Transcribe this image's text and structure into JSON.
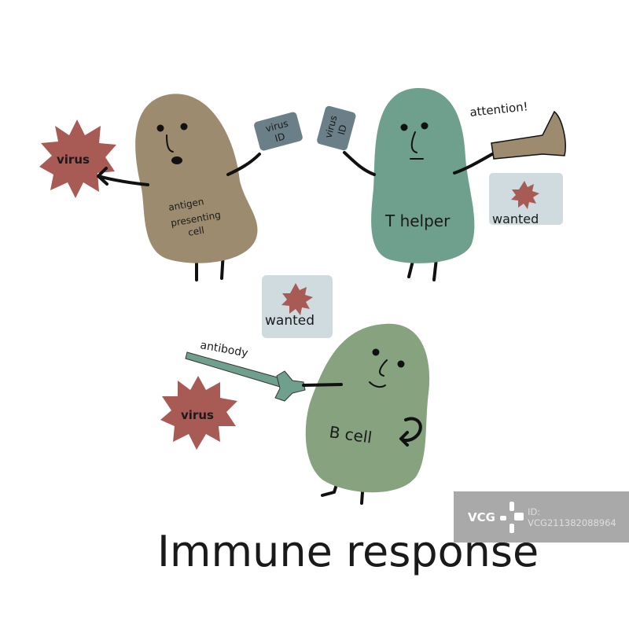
{
  "title": "Immune response",
  "colors": {
    "antigen_presenting_cell": "#9c8b6e",
    "t_helper": "#6fa08e",
    "b_cell": "#86a27f",
    "virus": "#a85a55",
    "id_card": "#6b7f88",
    "wanted_card": "#cfdbdf"
  },
  "antigen_presenting_cell": {
    "label_lines": [
      "antigen",
      "presenting",
      "cell"
    ],
    "virus_label": "virus",
    "card_lines": [
      "virus",
      "ID"
    ]
  },
  "t_helper": {
    "label": "T helper",
    "card_lines": [
      "virus",
      "ID"
    ],
    "shout": "attention!",
    "wanted_label": "wanted"
  },
  "b_cell": {
    "label": "B cell",
    "antibody_label": "antibody",
    "virus_label": "virus",
    "wanted_label": "wanted"
  },
  "watermark": {
    "logo": "VCG",
    "id": "ID: VCG211382088964"
  }
}
